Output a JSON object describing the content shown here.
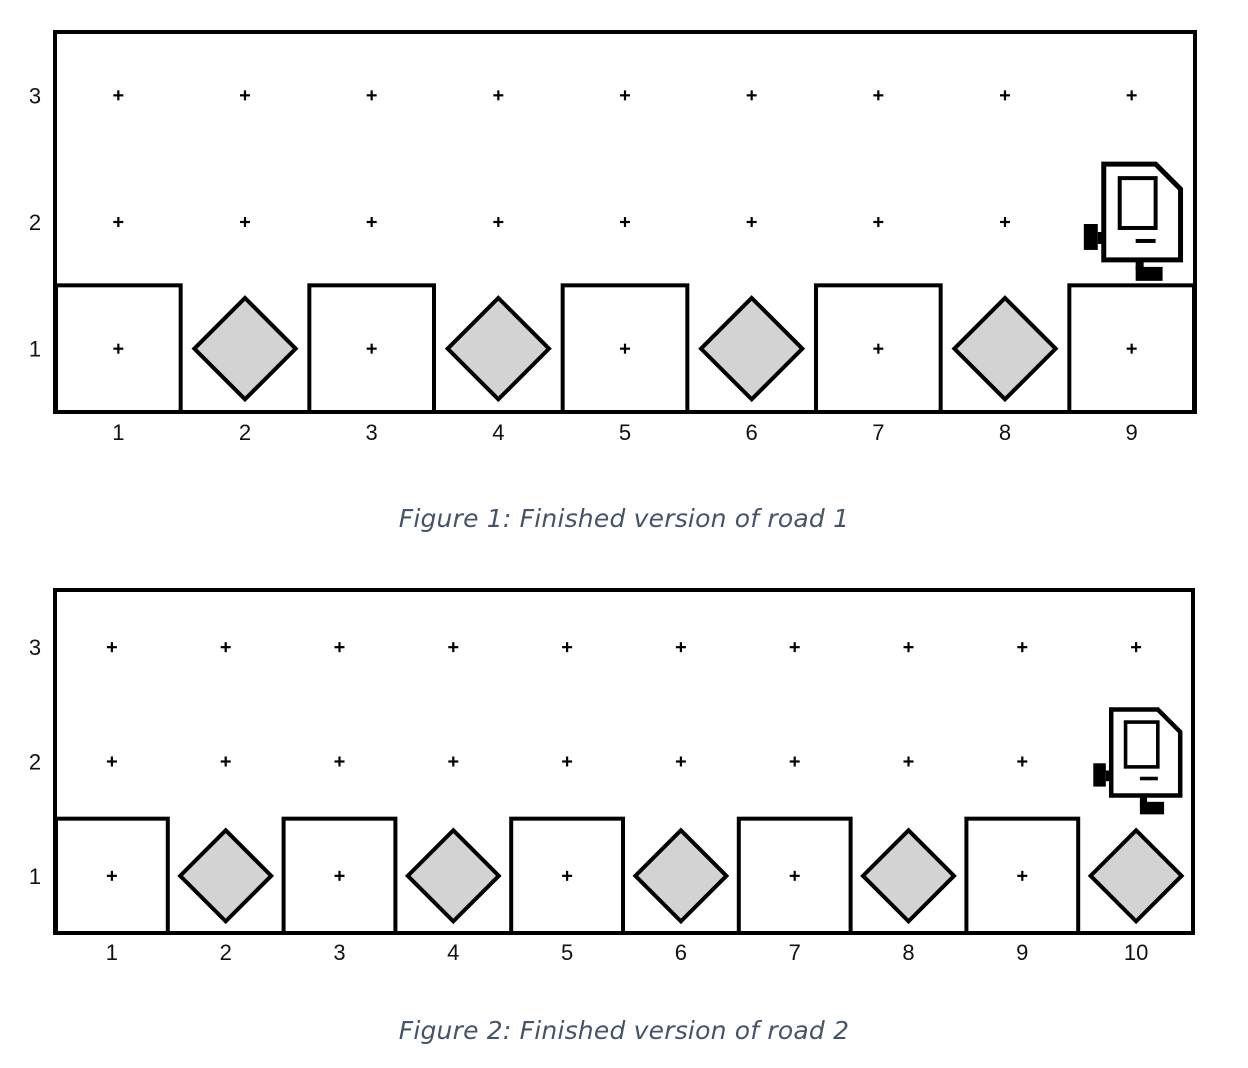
{
  "colors": {
    "ink": "#000000",
    "beeper_fill": "#d3d3d3",
    "caption": "#44546a",
    "background": "#ffffff"
  },
  "figures": [
    {
      "caption": "Figure 1: Finished version of road 1",
      "columns": 9,
      "rows": 3,
      "column_labels": [
        "1",
        "2",
        "3",
        "4",
        "5",
        "6",
        "7",
        "8",
        "9"
      ],
      "row_labels": [
        "1",
        "2",
        "3"
      ],
      "beeper_columns": [
        2,
        4,
        6,
        8
      ],
      "robot": {
        "column": 9,
        "row": 2,
        "facing": "east",
        "icon": "karel-robot-icon"
      }
    },
    {
      "caption": "Figure 2: Finished version of road 2",
      "columns": 10,
      "rows": 3,
      "column_labels": [
        "1",
        "2",
        "3",
        "4",
        "5",
        "6",
        "7",
        "8",
        "9",
        "10"
      ],
      "row_labels": [
        "1",
        "2",
        "3"
      ],
      "beeper_columns": [
        2,
        4,
        6,
        8,
        10
      ],
      "robot": {
        "column": 10,
        "row": 2,
        "facing": "east",
        "icon": "karel-robot-icon"
      }
    }
  ]
}
